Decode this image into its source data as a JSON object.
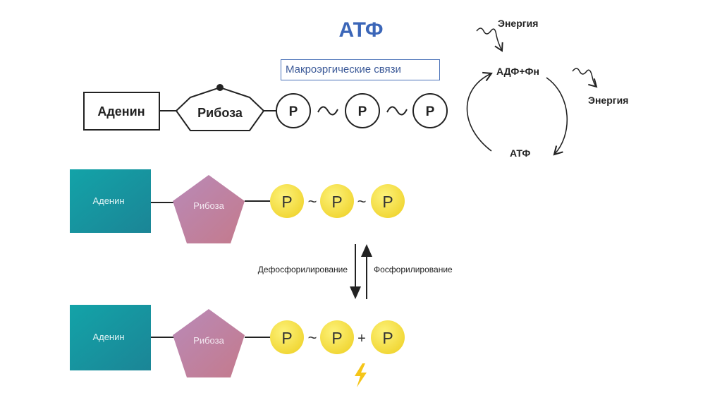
{
  "title": "АТФ",
  "bonds_label": "Макроэргические связи",
  "top_schema": {
    "adenine": "Аденин",
    "ribose": "Рибоза",
    "phosphates": [
      "Р",
      "Р",
      "Р"
    ]
  },
  "cycle": {
    "energy_in": "Энергия",
    "adp": "АДФ+Фн",
    "energy_out": "Энергия",
    "atp": "АТФ"
  },
  "atp_molecule": {
    "adenine": "Аденин",
    "ribose": "Рибоза",
    "phosphates": [
      "P",
      "P",
      "P"
    ],
    "links": [
      "~",
      "~"
    ]
  },
  "arrows": {
    "left": "Дефосфорилирование",
    "right": "Фосфорилирование"
  },
  "adp_molecule": {
    "adenine": "Аденин",
    "ribose": "Рибоза",
    "phosphates": [
      "P",
      "P",
      "P"
    ],
    "links": [
      "~",
      "+"
    ]
  },
  "colors": {
    "title": "#3b66b8",
    "adenine_fill": "#1a9aa3",
    "ribose_fill": "#b07aa8",
    "phosphate_fill": "#f3dc3a",
    "lightning": "#f5c518"
  }
}
